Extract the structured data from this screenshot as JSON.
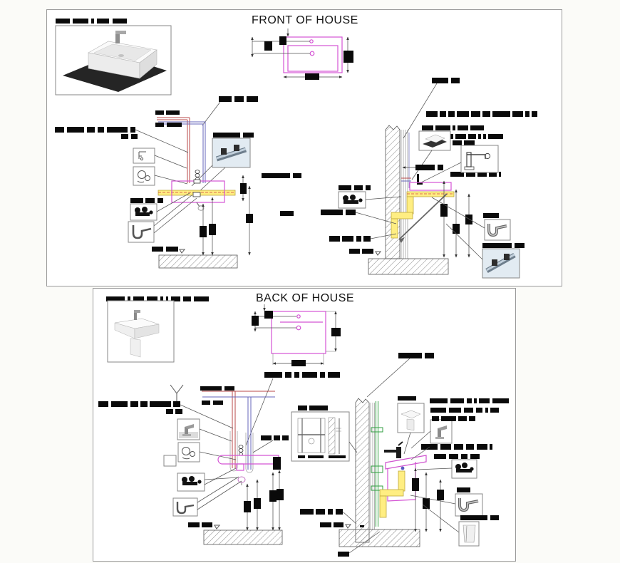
{
  "document": {
    "type": "plumbing-installation-detail-sheet",
    "front_panel": {
      "title": "FRONT OF HOUSE"
    },
    "back_panel": {
      "title": "BACK OF HOUSE"
    }
  },
  "colors": {
    "hot_water_pipe": "#b84848",
    "cold_water_pipe": "#6666bb",
    "fixture_outline_magenta": "#d454d4",
    "drain_pipe_yellow": "#ffee82",
    "carrier_frame_green": "#2f9e3f",
    "redacted_text": "#0a0a0a",
    "panel_border": "#9a9a9a",
    "photo_background": "#e2ebf2"
  },
  "insets": {
    "front": [
      "countertop-basin-photo",
      "supply-elbow-icon",
      "mixer-valve-icon",
      "wall-support-bar-photo",
      "angle-valves-photo",
      "bottle-trap-icon",
      "countertop-basin-angled-photo",
      "wall-faucet-icon",
      "chrome-trap-photo",
      "wall-support-bar-photo-2"
    ],
    "back": [
      "semi-pedestal-basin-photo",
      "basin-mixer-photo",
      "mixer-valve-icon",
      "callout-box",
      "angle-valves-photo",
      "bottle-trap-icon",
      "carrier-frame-detail-drawing",
      "semi-pedestal-basin-photo-2",
      "basin-mixer-photo-2",
      "angle-valves-photo-2",
      "chrome-trap-photo",
      "pedestal-column-photo"
    ]
  }
}
